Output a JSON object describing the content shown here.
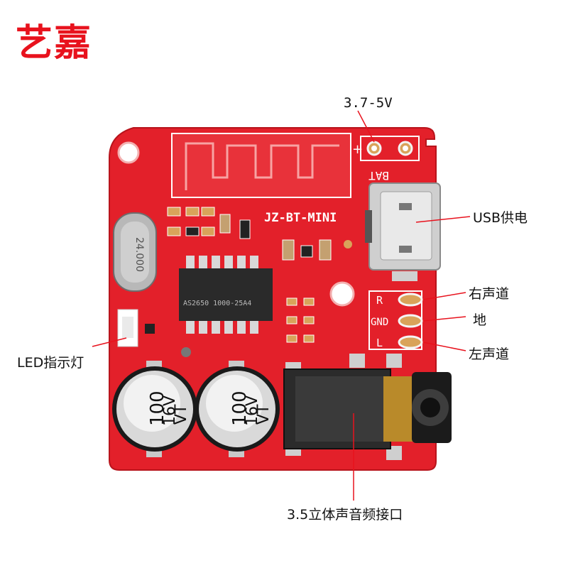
{
  "brand": {
    "title": "艺嘉",
    "color": "#e8121d"
  },
  "board": {
    "silkscreen_model": "JZ-BT-MINI",
    "battery_label": "BAT",
    "ground_label": "GND",
    "right_label": "R",
    "left_label": "L",
    "crystal_text": "24.000",
    "chip_text": "AS2650 1000-25A4",
    "capacitors": [
      {
        "text1": "100",
        "text2": "16V",
        "text3": "VT"
      },
      {
        "text1": "100",
        "text2": "16V",
        "text3": "VT"
      }
    ],
    "pcb_color": "#e3202a"
  },
  "callouts": {
    "voltage": "3.7-5V",
    "usb_power": "USB供电",
    "right_channel": "右声道",
    "ground": "地",
    "left_channel": "左声道",
    "led": "LED指示灯",
    "audio_jack": "3.5立体声音频接口"
  }
}
